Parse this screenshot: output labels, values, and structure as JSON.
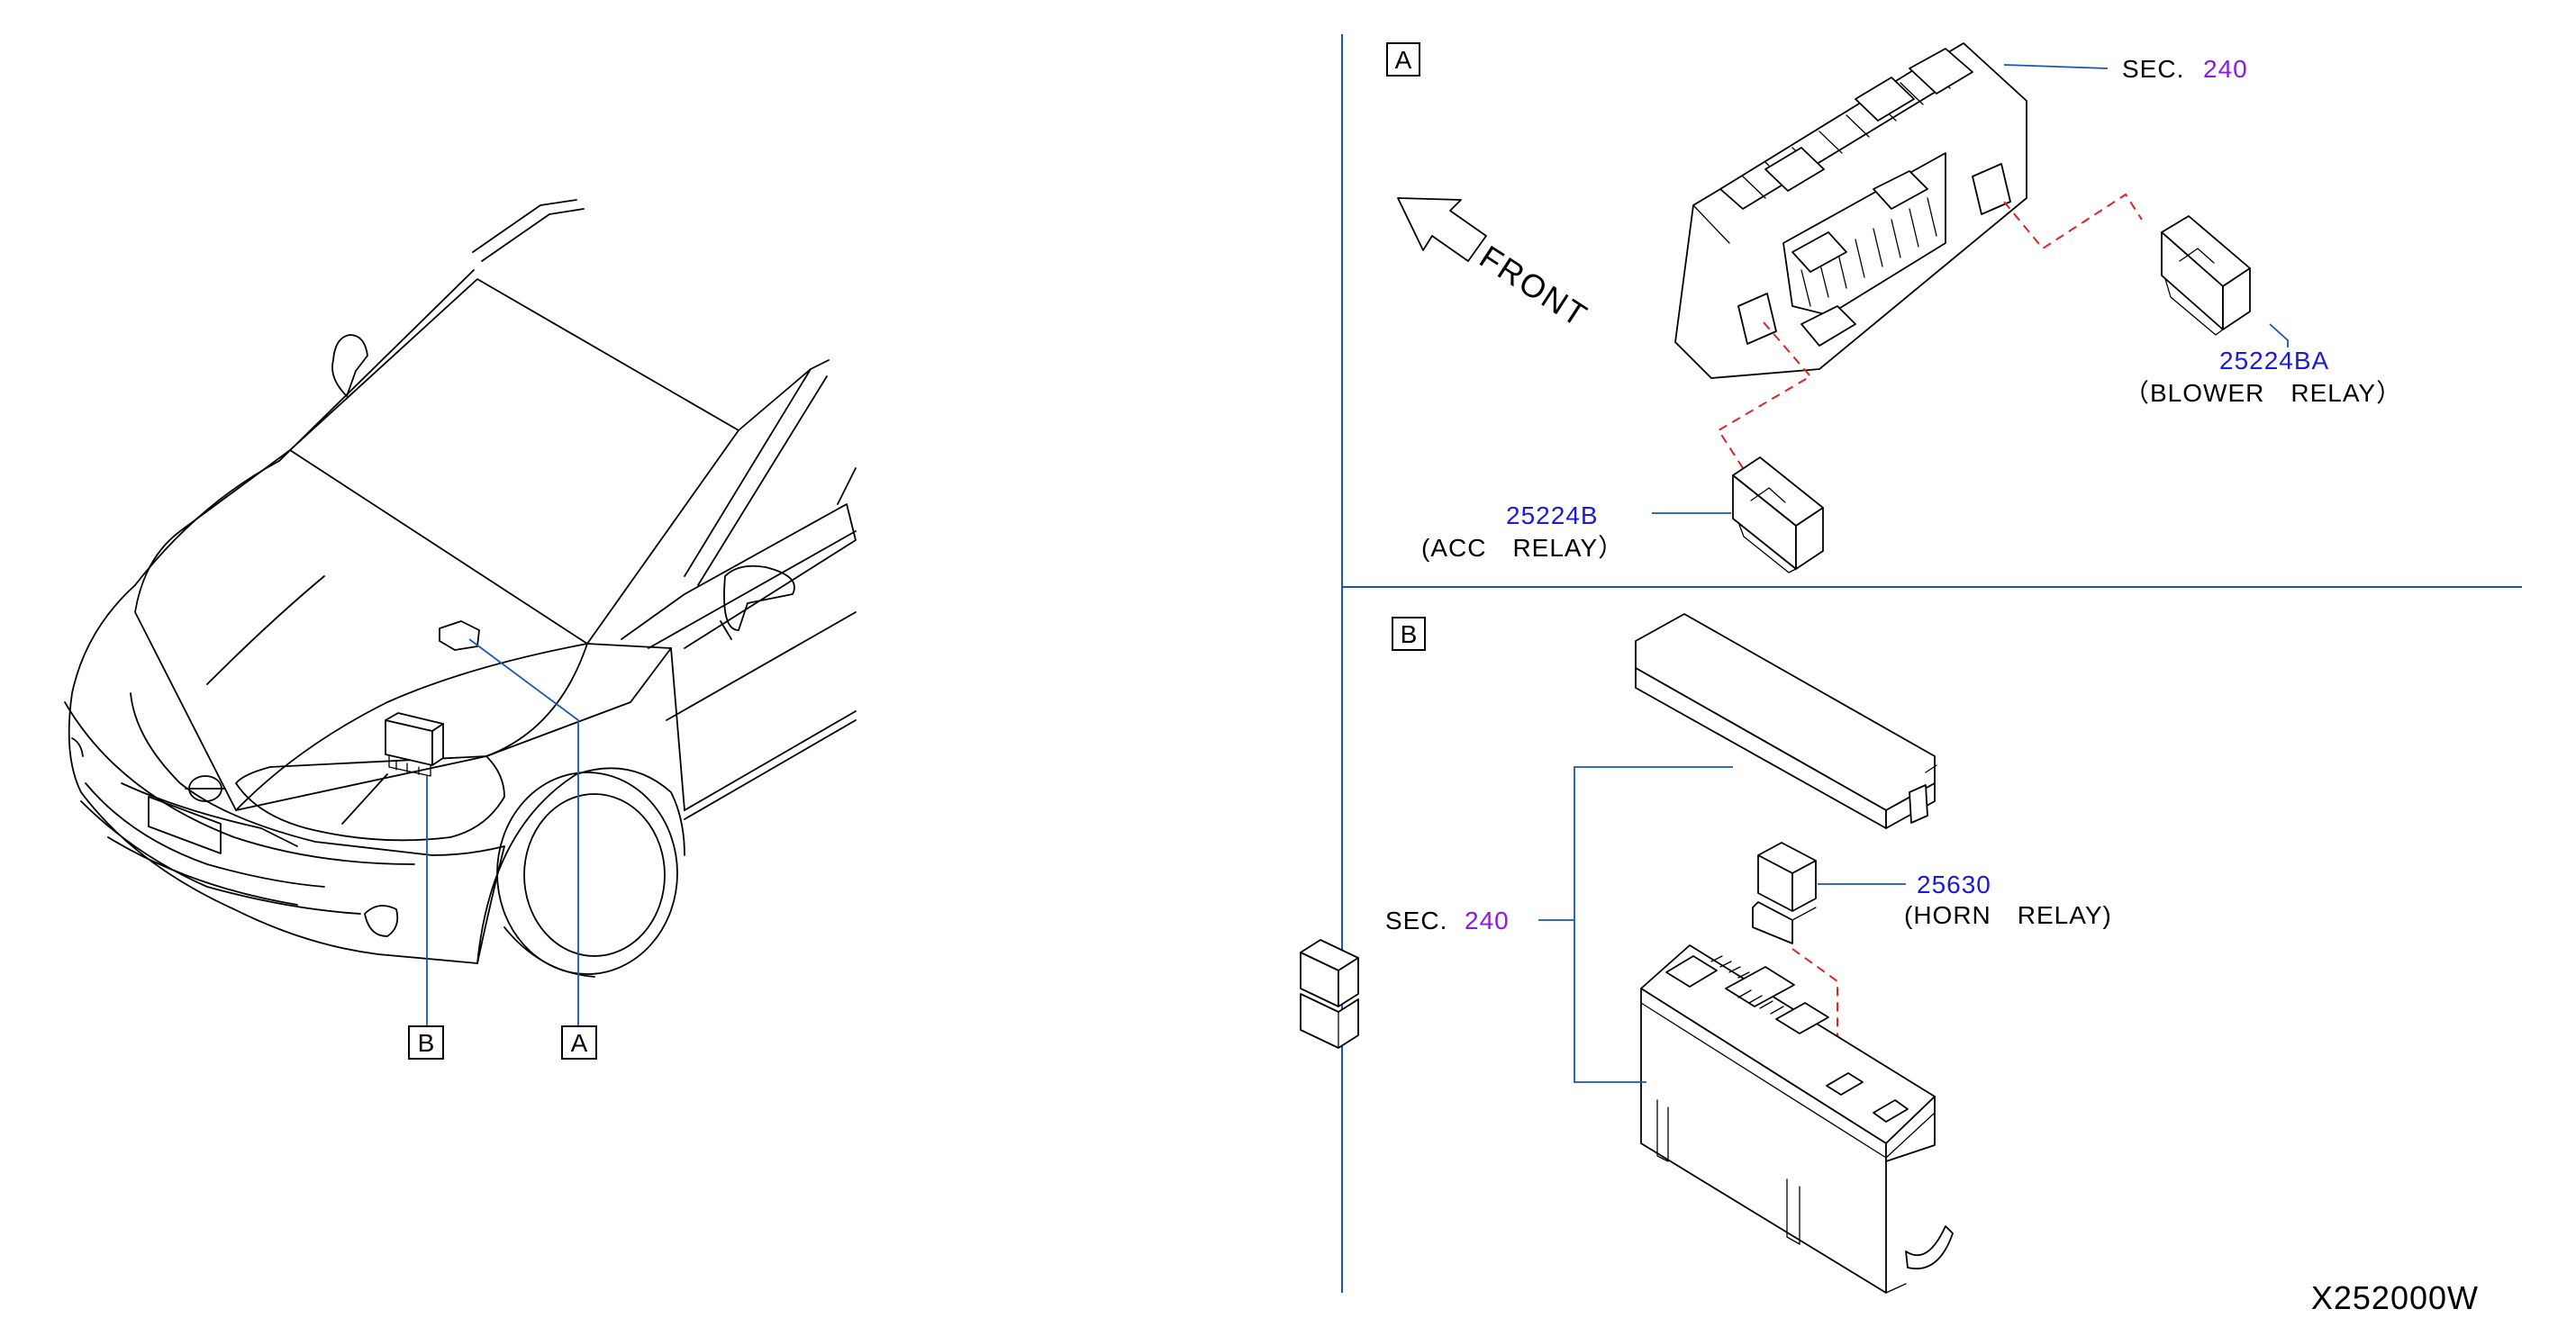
{
  "callouts": {
    "A": "A",
    "B": "B"
  },
  "section_a": {
    "front_label": "FRONT",
    "sec_prefix": "SEC.",
    "sec_number": "240",
    "blower_part": "25224BA",
    "blower_name": "（BLOWER　RELAY）",
    "acc_part": "25224B",
    "acc_name": "(ACC　RELAY）"
  },
  "section_b": {
    "horn_part": "25630",
    "horn_name": "(HORN　RELAY)",
    "sec_prefix": "SEC.",
    "sec_number": "240"
  },
  "diagram_code": "X252000W",
  "colors": {
    "leader_line": "#1a56b4",
    "part_number": "#1a1ad8",
    "section_ref": "#8a1ae6",
    "dashed_link": "#e02222"
  }
}
